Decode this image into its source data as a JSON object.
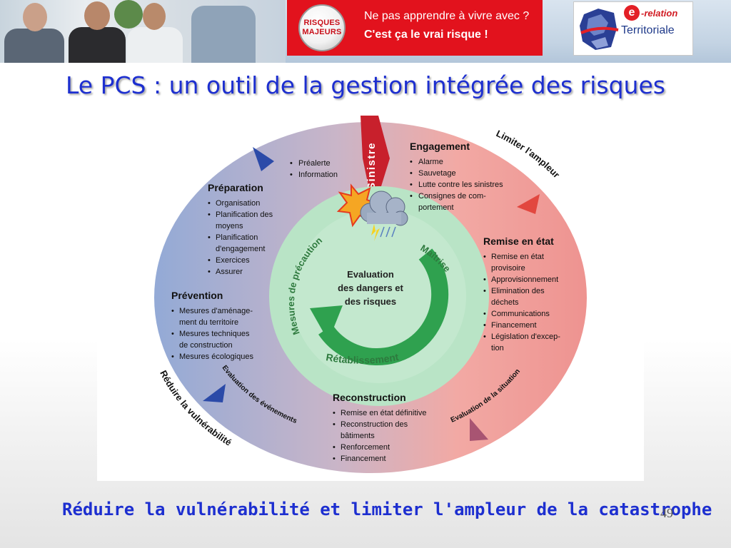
{
  "header": {
    "risk_badge": [
      "RISQUES",
      "MAJEURS"
    ],
    "risk_line1": "Ne pas apprendre à vivre avec ?",
    "risk_line2": "C'est ça le vrai risque !",
    "logo_e": "e",
    "logo_relation": "-relation",
    "logo_territoriale": "Territoriale"
  },
  "title": "Le PCS : un outil de la gestion intégrée des risques",
  "diagram": {
    "center_lines": [
      "Evaluation",
      "des dangers et",
      "des risques"
    ],
    "inner_labels": {
      "precaution": "Mesures de précaution",
      "maitrise": "Maîtrise",
      "retablissement": "Rétablissement"
    },
    "outer_labels": {
      "limiter": "Limiter l'ampleur",
      "reduire": "Réduire la vulnérabilité",
      "eval_situation": "Evaluation de la situation",
      "eval_evenements": "Evaluation des événements"
    },
    "sinistre": "Sinistre",
    "alerte_items": [
      "Préalerte",
      "Information"
    ],
    "sections": {
      "engagement": {
        "title": "Engagement",
        "items": [
          "Alarme",
          "Sauvetage",
          "Lutte contre les sinistres",
          "Consignes de com-",
          "portement"
        ]
      },
      "preparation": {
        "title": "Préparation",
        "items": [
          "Organisation",
          "Planification des",
          "moyens",
          "Planification",
          "d'engagement",
          "Exercices",
          "Assurer"
        ]
      },
      "prevention": {
        "title": "Prévention",
        "items": [
          "Mesures d'aménage-",
          "ment du territoire",
          "Mesures techniques",
          "de construction",
          "Mesures écologiques"
        ]
      },
      "remise": {
        "title": "Remise en état",
        "items": [
          "Remise en état",
          "provisoire",
          "Approvisionnement",
          "Elimination des",
          "déchets",
          "Communications",
          "Financement",
          "Législation d'excep-",
          "tion"
        ]
      },
      "reconstruction": {
        "title": "Reconstruction",
        "items": [
          "Remise en état définitive",
          "Reconstruction des",
          "bâtiments",
          "Renforcement",
          "Financement"
        ]
      }
    }
  },
  "footer": "Réduire la vulnérabilité et limiter l'ampleur de la catastrophe",
  "page_number": "49",
  "colors": {
    "title": "#1d2fd0",
    "risk_red": "#e2121d",
    "outer_red": "#ee9c99",
    "outer_blue": "#93aad6",
    "inner_green": "#b9e4c6",
    "arrow_green": "#2fa14f"
  }
}
